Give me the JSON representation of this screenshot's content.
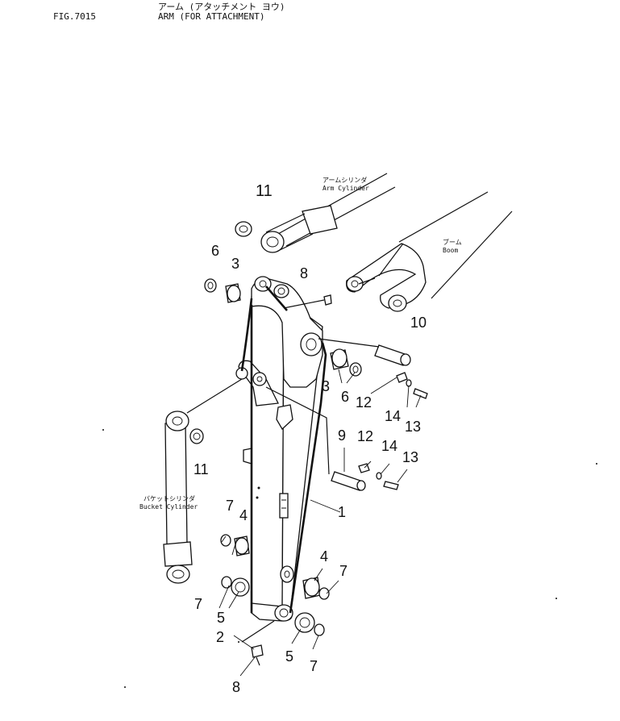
{
  "header": {
    "fig_number": "FIG.7015",
    "title_jp": "アーム (アタッチメント ヨウ)",
    "title_en": "ARM (FOR ATTACHMENT)"
  },
  "labels": {
    "arm_cylinder_jp": "アームシリンダ",
    "arm_cylinder_en": "Arm Cylinder",
    "boom_jp": "ブーム",
    "boom_en": "Boom",
    "bucket_cylinder_jp": "バケットシリンダ",
    "bucket_cylinder_en": "Bucket Cylinder"
  },
  "callouts": {
    "c11a": "11",
    "c6a": "6",
    "c3a": "3",
    "c8a": "8",
    "c10": "10",
    "c3b": "3",
    "c6b": "6",
    "c12a": "12",
    "c14a": "14",
    "c13a": "13",
    "c9": "9",
    "c12b": "12",
    "c14b": "14",
    "c13b": "13",
    "c11b": "11",
    "c1": "1",
    "c7a": "7",
    "c4a": "4",
    "c4b": "4",
    "c7b": "7",
    "c7c": "7",
    "c5a": "5",
    "c2": "2",
    "c5b": "5",
    "c7d": "7",
    "c8b": "8"
  }
}
